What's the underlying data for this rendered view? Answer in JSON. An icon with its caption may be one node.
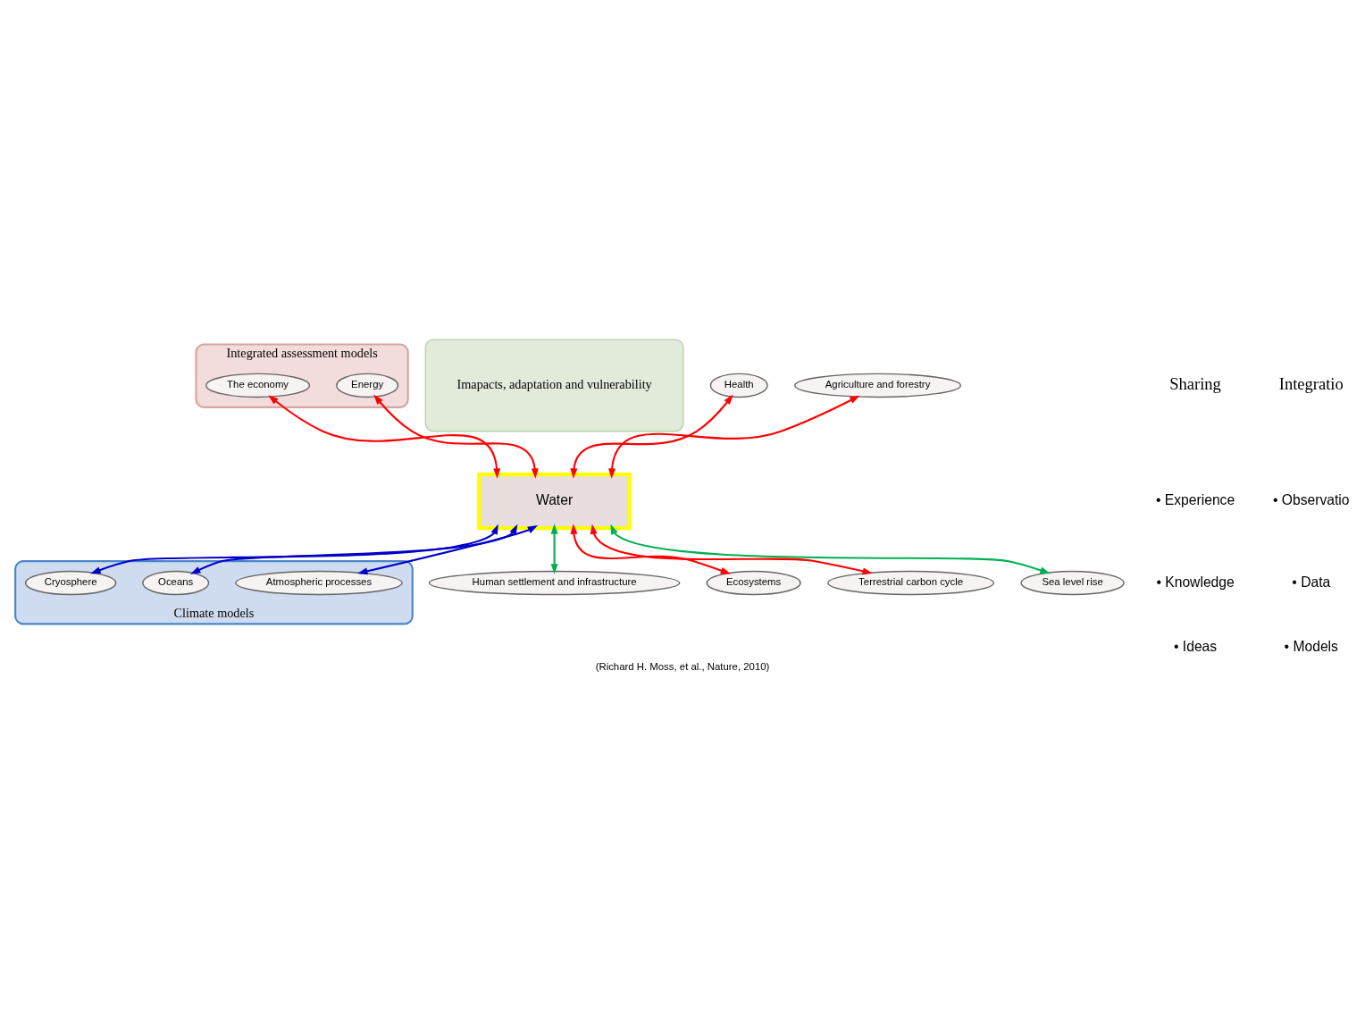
{
  "diagram": {
    "caption": "(Richard H. Moss, et al., Nature, 2010)",
    "nodes": [
      {
        "text": [
          "Integrated assessment models"
        ]
      },
      {
        "text": [
          "Imapacts, adaptation and vulnerability"
        ]
      },
      {
        "text": [
          "Climate models"
        ]
      },
      {
        "text": [
          "Energy"
        ],
        "in": 0
      },
      {
        "text": [
          "The economy"
        ],
        "in": 0
      },
      {
        "text": [
          "Health"
        ]
      },
      {
        "text": [
          "Agriculture and forestry"
        ]
      },
      {
        "text": [
          "Human settlement and infrastructure"
        ]
      },
      {
        "text": [
          "Water"
        ]
      },
      {
        "text": [
          "Ecosystems"
        ]
      },
      {
        "text": [
          "Terrestrial carbon cycle"
        ]
      },
      {
        "text": [
          "Atmospheric processes"
        ],
        "in": 2
      },
      {
        "text": [
          "Sea level rise"
        ]
      },
      {
        "text": [
          "Oceans"
        ],
        "in": 2
      },
      {
        "text": [
          "Cryosphere"
        ],
        "in": 2
      }
    ],
    "edges": [
      {
        "from": 8,
        "to": 5,
        "arrow": "both"
      },
      {
        "from": 8,
        "to": 3,
        "arrow": "both"
      },
      {
        "from": 8,
        "to": 4,
        "arrow": "both"
      },
      {
        "from": 8,
        "to": 6,
        "arrow": "both"
      },
      {
        "from": 8,
        "to": 7,
        "arrow": "both",
        "color": "#00b050"
      },
      {
        "from": 8,
        "to": 12,
        "arrow": "both",
        "color": "#00b050"
      },
      {
        "from": 8,
        "to": 9,
        "arrow": "both"
      },
      {
        "from": 8,
        "to": 10,
        "arrow": "both"
      },
      {
        "from": 8,
        "to": 11,
        "arrow": "both",
        "color": "#0000c8"
      },
      {
        "from": 8,
        "to": 13,
        "arrow": "both",
        "color": "#0000c8"
      },
      {
        "from": 8,
        "to": 14,
        "arrow": "both",
        "color": "#0000c8"
      }
    ],
    "labels": [
      "Sharing",
      "• Experience",
      "• Knowledge",
      "• Ideas",
      "Integratio",
      "• Observatio",
      "• Data",
      "• Models"
    ]
  }
}
